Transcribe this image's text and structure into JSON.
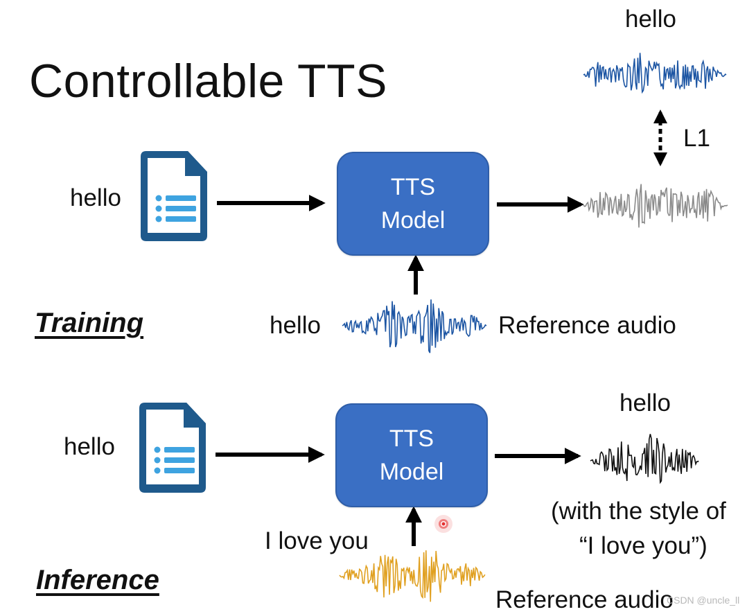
{
  "title": "Controllable TTS",
  "training": {
    "section_label": "Training",
    "input_text": "hello",
    "model_line1": "TTS",
    "model_line2": "Model",
    "reference_text": "hello",
    "reference_label": "Reference audio",
    "target_text": "hello",
    "loss_label": "L1"
  },
  "inference": {
    "section_label": "Inference",
    "input_text": "hello",
    "model_line1": "TTS",
    "model_line2": "Model",
    "reference_text": "I love you",
    "reference_label": "Reference audio",
    "output_text": "hello",
    "style_note_line1": "(with the style of",
    "style_note_line2": "“I love you”)"
  },
  "watermark": "CSDN @uncle_ll",
  "colors": {
    "model_box": "#3a6fc4",
    "document_icon": "#1f5a8c",
    "document_lines": "#3ea3e0",
    "wave_blue": "#1c55a3",
    "wave_gray": "#8a8a8a",
    "wave_black": "#111111",
    "wave_orange": "#e0a020",
    "pointer": "#e53030"
  },
  "icons": {
    "document": "document-icon",
    "arrow": "arrow-right-icon",
    "pointer": "laser-pointer-icon"
  }
}
